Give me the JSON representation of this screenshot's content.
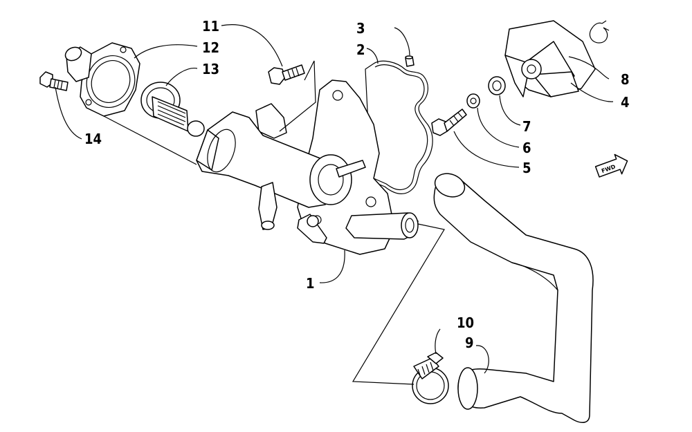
{
  "callouts": [
    {
      "id": "1",
      "text": "1"
    },
    {
      "id": "2",
      "text": "2"
    },
    {
      "id": "3",
      "text": "3"
    },
    {
      "id": "4",
      "text": "4"
    },
    {
      "id": "5",
      "text": "5"
    },
    {
      "id": "6",
      "text": "6"
    },
    {
      "id": "7",
      "text": "7"
    },
    {
      "id": "8",
      "text": "8"
    },
    {
      "id": "9",
      "text": "9"
    },
    {
      "id": "10",
      "text": "10"
    },
    {
      "id": "11",
      "text": "11"
    },
    {
      "id": "12",
      "text": "12"
    },
    {
      "id": "13",
      "text": "13"
    },
    {
      "id": "14",
      "text": "14"
    }
  ],
  "direction_marker": {
    "text": "FWD",
    "icon": "forward-arrow-icon"
  },
  "colors": {
    "line": "#000000",
    "background": "#ffffff"
  }
}
